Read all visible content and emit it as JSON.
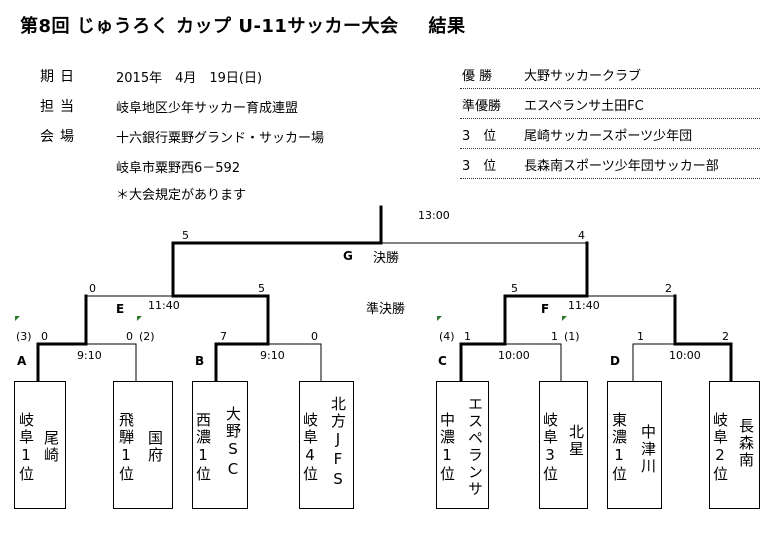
{
  "title": {
    "main": "第8回 じゅうろく カップ U-11サッカー大会",
    "suffix": "結果"
  },
  "info": [
    {
      "label": "期日",
      "value": "2015年　4月　19日(日)"
    },
    {
      "label": "担当",
      "value": "岐阜地区少年サッカー育成連盟"
    },
    {
      "label": "会場",
      "value": "十六銀行粟野グランド・サッカー場"
    },
    {
      "label": "",
      "value": "岐阜市粟野西6－592"
    }
  ],
  "note": "＊大会規定があります",
  "results": [
    {
      "rank": "優 勝",
      "team": "大野サッカークラブ"
    },
    {
      "rank": "準優勝",
      "team": "エスペランサ土田FC"
    },
    {
      "rank": "3　位",
      "team": "尾崎サッカースポーツ少年団"
    },
    {
      "rank": "3　位",
      "team": "長森南スポーツ少年団サッカー部"
    }
  ],
  "rounds": {
    "final_label": "決勝",
    "semi_label": "準決勝"
  },
  "final": {
    "group": "G",
    "time": "13:00",
    "score_left": "5",
    "score_right": "4"
  },
  "semis": [
    {
      "group": "E",
      "time": "11:40",
      "score_left": "0",
      "score_right": "5"
    },
    {
      "group": "F",
      "time": "11:40",
      "score_left": "5",
      "score_right": "2"
    }
  ],
  "first_round": [
    {
      "group": "A",
      "time": "9:10",
      "score_left": "0",
      "score_right": "0",
      "pk_left": "(3)",
      "pk_right": "(2)"
    },
    {
      "group": "B",
      "time": "9:10",
      "score_left": "7",
      "score_right": "0"
    },
    {
      "group": "C",
      "time": "10:00",
      "score_left": "1",
      "score_right": "1",
      "pk_left": "(4)",
      "pk_right": "(1)"
    },
    {
      "group": "D",
      "time": "10:00",
      "score_left": "1",
      "score_right": "2"
    }
  ],
  "teams": [
    {
      "seed": "岐阜1位",
      "name": "尾崎"
    },
    {
      "seed": "飛騨1位",
      "name": "国府"
    },
    {
      "seed": "西濃1位",
      "name": "大野SC"
    },
    {
      "seed": "岐阜4位",
      "name": "北方JFS"
    },
    {
      "seed": "中濃1位",
      "name": "エスペランサ"
    },
    {
      "seed": "岐阜3位",
      "name": "北星"
    },
    {
      "seed": "東濃1位",
      "name": "中津川"
    },
    {
      "seed": "岐阜2位",
      "name": "長森南"
    }
  ],
  "colors": {
    "line": "#000000",
    "flag": "#2d7a2d"
  }
}
